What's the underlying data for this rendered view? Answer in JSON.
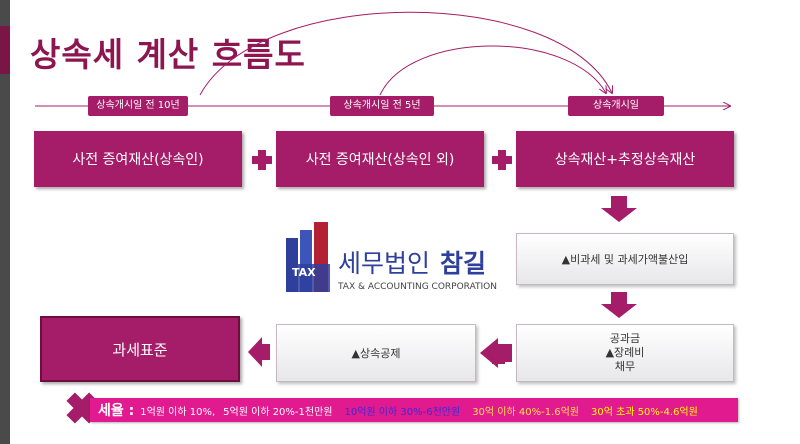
{
  "title": "상속세 계산 흐름도",
  "timeline": {
    "labels": [
      "상속개시일 전 10년",
      "상속개시일 전 5년",
      "상속개시일"
    ]
  },
  "flow": {
    "gift_heirs": "사전 증여재산(상속인)",
    "gift_others": "사전 증여재산(상속인 외)",
    "inherited": "상속재산+추정상속재산",
    "nontaxable": "▲비과세 및 과세가액불산입",
    "deduct_1": "공과금",
    "deduct_2": "▲장례비",
    "deduct_3": "채무",
    "inherit_deduction": "▲상속공제",
    "tax_base": "과세표준"
  },
  "logo": {
    "icon_text": "TAX",
    "name_part1": "세무법인",
    "name_part2": "참길",
    "subtitle": "TAX & ACCOUNTING CORPORATION"
  },
  "rates": {
    "label": "세율 :",
    "tier1": "1억원 이하 10%,",
    "tier2": "5억원 이하 20%-1천만원",
    "tier3": "10억원 이하 30%-6천만원",
    "tier4": "30억 이하 40%-1.6억원",
    "tier5": "30억 초과 50%-4.6억원"
  },
  "colors": {
    "primary": "#a51c68",
    "title": "#8d1550",
    "rate_bar": "#e21a8f",
    "tier3": "#3a2bd6",
    "tier4": "#ffe14d",
    "tier5": "#ffff00",
    "logo_blue": "#2e3f9c",
    "logo_red": "#b22234"
  }
}
